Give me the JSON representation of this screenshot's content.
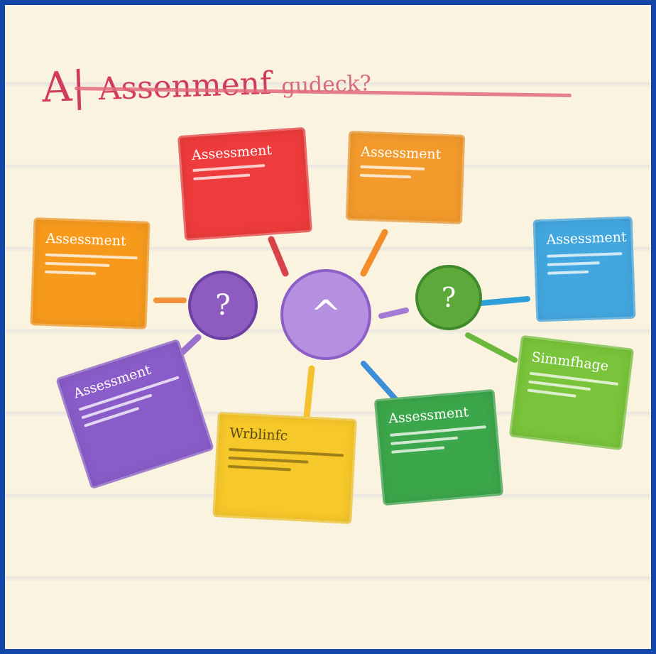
{
  "title": {
    "part_a": "A|",
    "part_main": "Assenmenf",
    "part_b": "gudeck?"
  },
  "hub": {
    "symbol": "^",
    "color": "#9a6cc9"
  },
  "nodes": [
    {
      "symbol": "?",
      "color": "#8e5bc0"
    },
    {
      "symbol": "?",
      "color": "#5ea93b"
    }
  ],
  "cards": [
    {
      "label": "Assessment",
      "color": "#ee3b3b"
    },
    {
      "label": "Assessment",
      "color": "#f39a2c"
    },
    {
      "label": "Assessment",
      "color": "#f79a1c"
    },
    {
      "label": "Assessment",
      "color": "#42a7df"
    },
    {
      "label": "Assessment",
      "color": "#8a5cc9"
    },
    {
      "label": "Wrblinfc",
      "color": "#f7c82a"
    },
    {
      "label": "Assessment",
      "color": "#3ca64a"
    },
    {
      "label": "Simmfhage",
      "color": "#79c43a"
    }
  ],
  "colors": {
    "border": "#1246a8",
    "paper": "#faf3e0",
    "title": "#d23b5a"
  }
}
